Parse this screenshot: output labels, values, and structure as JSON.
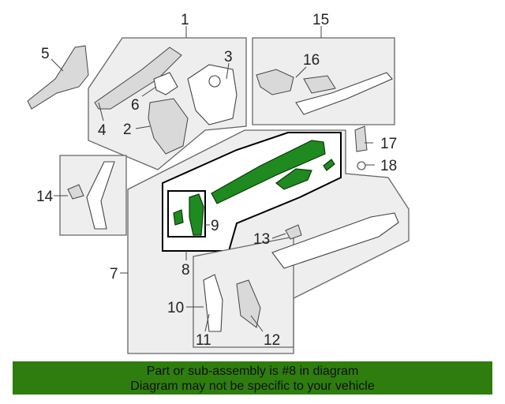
{
  "callouts": {
    "c1": "1",
    "c2": "2",
    "c3": "3",
    "c4": "4",
    "c5": "5",
    "c6": "6",
    "c7": "7",
    "c8": "8",
    "c9": "9",
    "c10": "10",
    "c11": "11",
    "c12": "12",
    "c13": "13",
    "c14": "14",
    "c15": "15",
    "c16": "16",
    "c17": "17",
    "c18": "18"
  },
  "highlighted_part": "8",
  "colors": {
    "highlight": "#1f8a1f",
    "banner": "#2e7d0e"
  },
  "banner": {
    "line1": "Part or sub-assembly is #8 in diagram",
    "line2": "Diagram may not be specific to your vehicle"
  }
}
